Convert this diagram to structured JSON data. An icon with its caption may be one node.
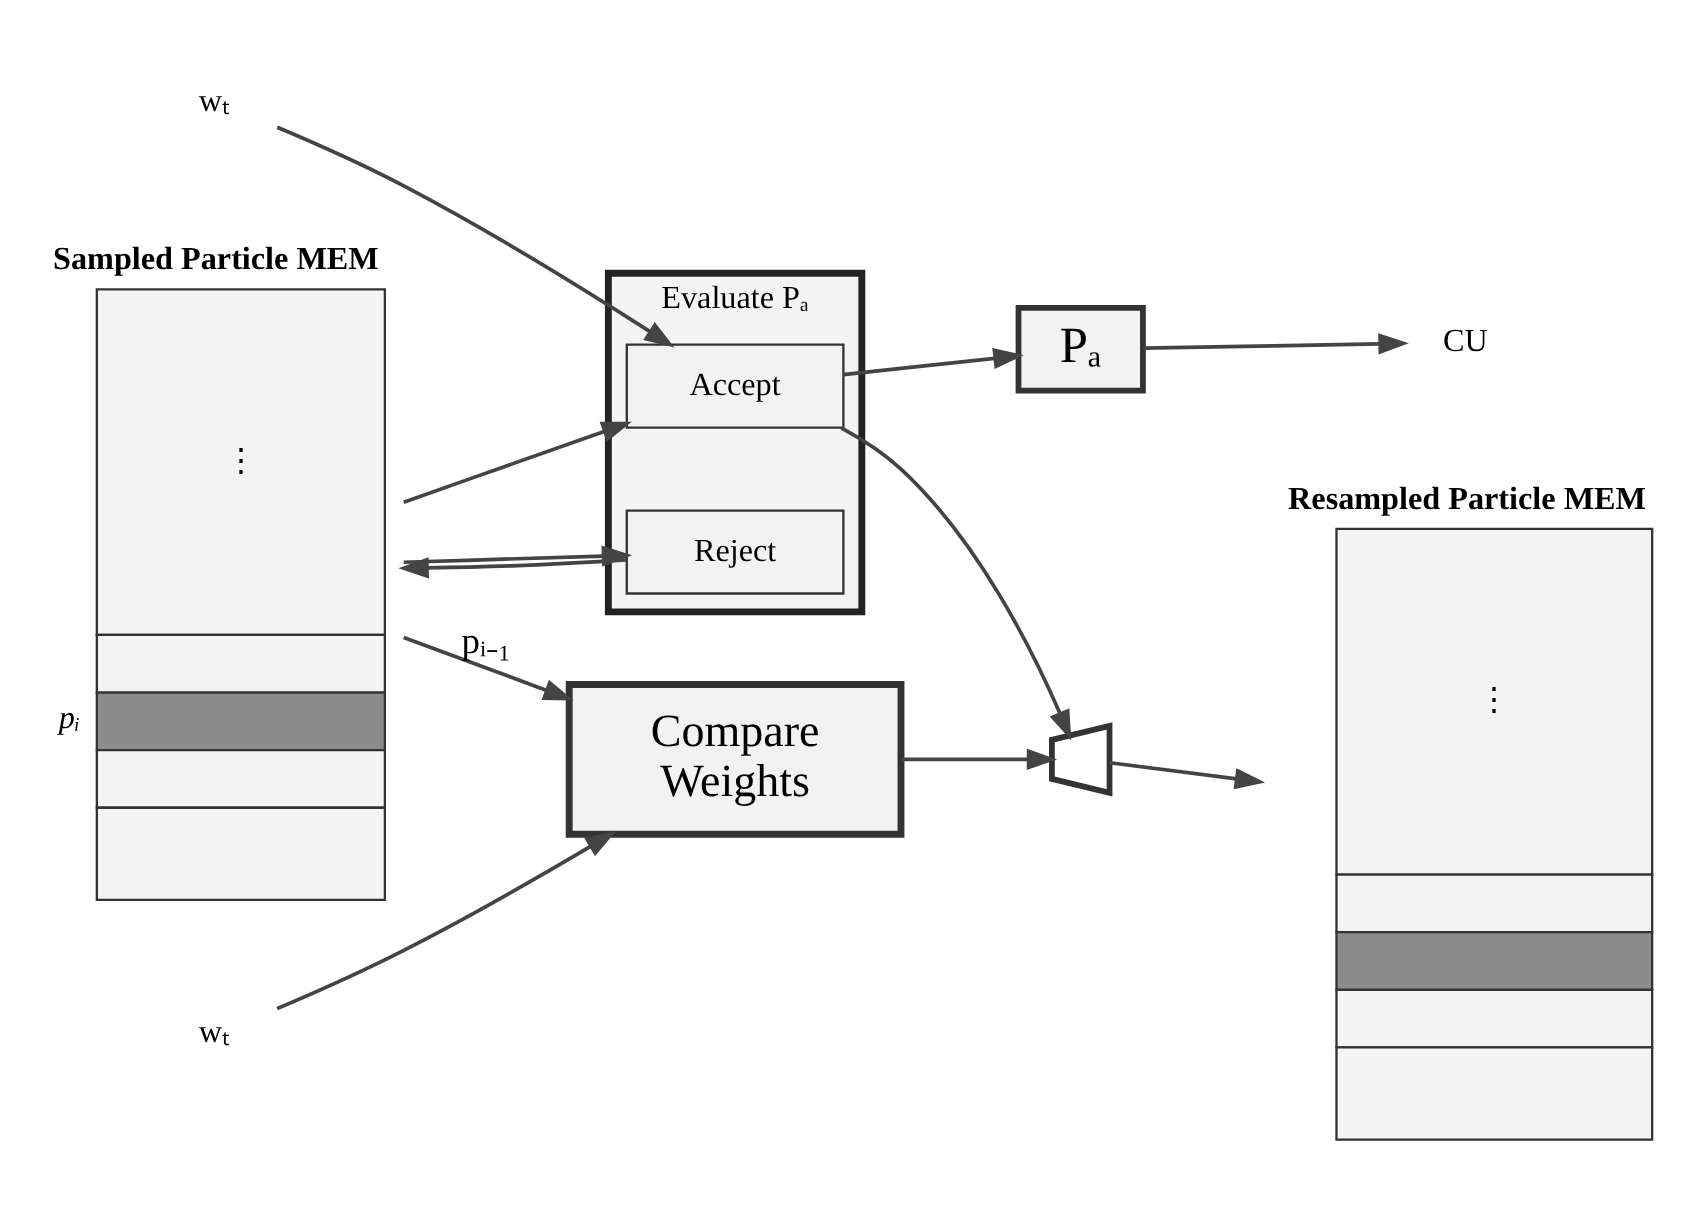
{
  "diagram": {
    "nodes": [
      {
        "text": [
          "Sampled Particle MEM",
          "⋮"
        ],
        "beside": [
          "pᵢ"
        ]
      },
      {
        "text": [
          "Evaluate Pₐ"
        ]
      },
      {
        "text": [
          "Accept"
        ],
        "in": 1
      },
      {
        "text": [
          "Reject"
        ],
        "in": 1
      },
      {
        "text": [
          "Pₐ"
        ]
      },
      {
        "text": [
          "CU"
        ]
      },
      {
        "text": [],
        "shape": "trapezoid"
      },
      {
        "text": [
          "Resampled Particle MEM",
          "⋮"
        ]
      },
      {
        "text": [
          "Compare Weights"
        ]
      },
      {
        "text": [
          "wₜ"
        ]
      },
      {
        "text": [
          "wₜ"
        ]
      }
    ],
    "edges": [
      {
        "from": 9,
        "to": 2,
        "arrow": "to"
      },
      {
        "from": 0,
        "to": 2,
        "arrow": "to"
      },
      {
        "from": 0,
        "to": 3,
        "arrow": "to"
      },
      {
        "from": 3,
        "to": 0,
        "arrow": "to"
      },
      {
        "from": 2,
        "to": 4,
        "arrow": "to"
      },
      {
        "from": 2,
        "to": 6,
        "arrow": "to"
      },
      {
        "from": 4,
        "to": 5,
        "arrow": "to"
      },
      {
        "from": 8,
        "to": 6,
        "arrow": "to"
      },
      {
        "from": 6,
        "to": 7,
        "arrow": "to"
      },
      {
        "from": 0,
        "to": 8,
        "arrow": "to",
        "label": "pᵢ₋₁"
      },
      {
        "from": 10,
        "to": 8,
        "arrow": "to"
      }
    ]
  }
}
